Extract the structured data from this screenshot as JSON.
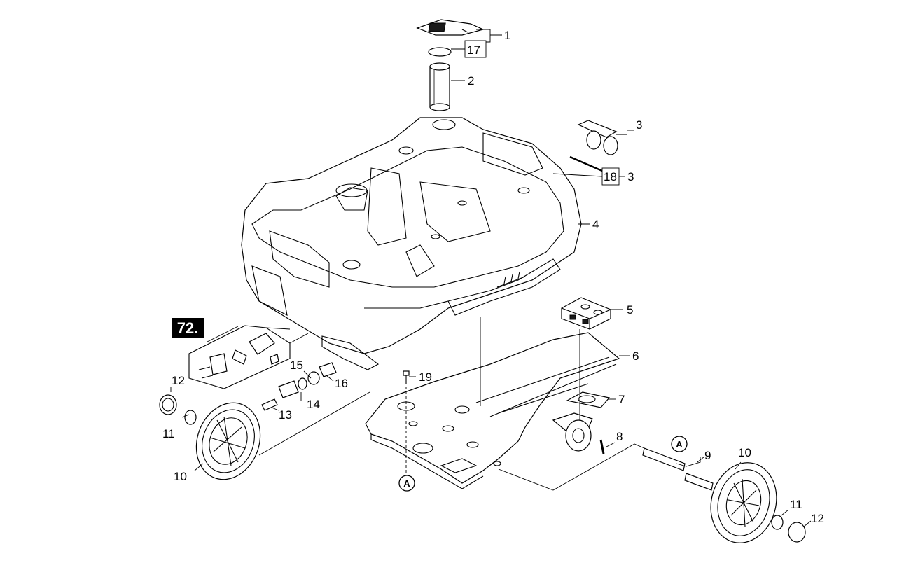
{
  "badge": "72.",
  "labels": {
    "l1": "1",
    "l17": "17",
    "l2": "2",
    "l3a": "3",
    "l18": "18",
    "l3b": "3",
    "l4": "4",
    "l5": "5",
    "l6": "6",
    "l7": "7",
    "l8": "8",
    "l9": "9",
    "l10a": "10",
    "l11a": "11",
    "l12a": "12",
    "l10b": "10",
    "l11b": "11",
    "l12b": "12",
    "l13": "13",
    "l14": "14",
    "l15": "15",
    "l16": "16",
    "l19": "19"
  },
  "refs": {
    "refA1": "A",
    "refA2": "A"
  }
}
